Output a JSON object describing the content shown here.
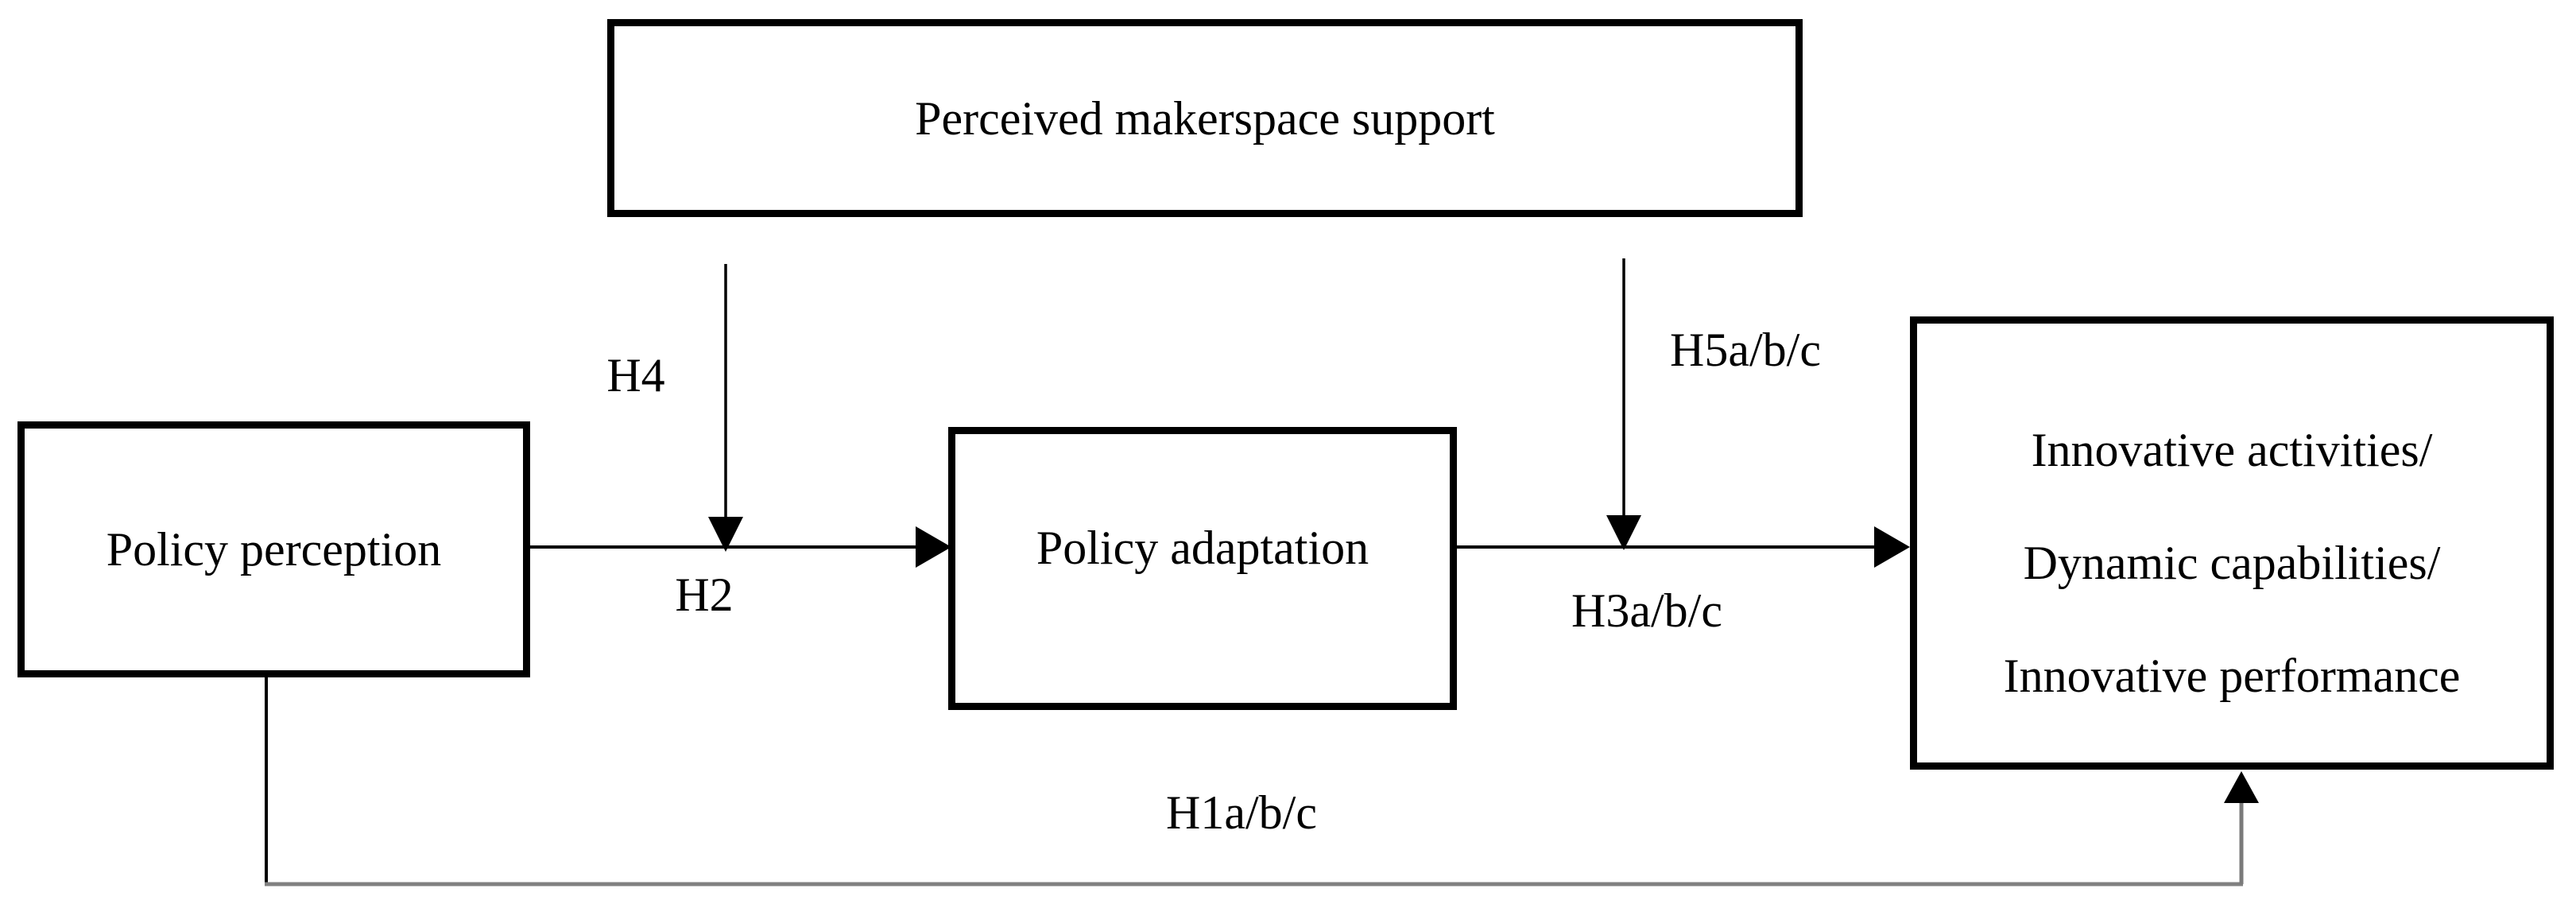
{
  "figure": {
    "type": "hypothesis-path-diagram",
    "nodes": {
      "moderator": {
        "label": "Perceived makerspace support"
      },
      "independent": {
        "label": "Policy perception"
      },
      "mediator": {
        "label": "Policy adaptation"
      },
      "dependent": {
        "lines": [
          "Innovative activities/",
          "Dynamic capabilities/",
          "Innovative performance"
        ]
      }
    },
    "hypotheses": {
      "h1": {
        "label": "H1a/b/c",
        "path": "Policy perception -> Innovative activities/Dynamic capabilities/Innovative performance"
      },
      "h2": {
        "label": "H2",
        "path": "Policy perception -> Policy adaptation"
      },
      "h3": {
        "label": "H3a/b/c",
        "path": "Policy adaptation -> Innovative activities/Dynamic capabilities/Innovative performance"
      },
      "h4": {
        "label": "H4",
        "path": "Perceived makerspace support moderates H2"
      },
      "h5": {
        "label": "H5a/b/c",
        "path": "Perceived makerspace support moderates H3"
      }
    },
    "colors": {
      "background": "#ffffff",
      "node_border": "#000000",
      "arrow": "#000000",
      "h1_path_line": "#808080",
      "text": "#000000"
    }
  }
}
